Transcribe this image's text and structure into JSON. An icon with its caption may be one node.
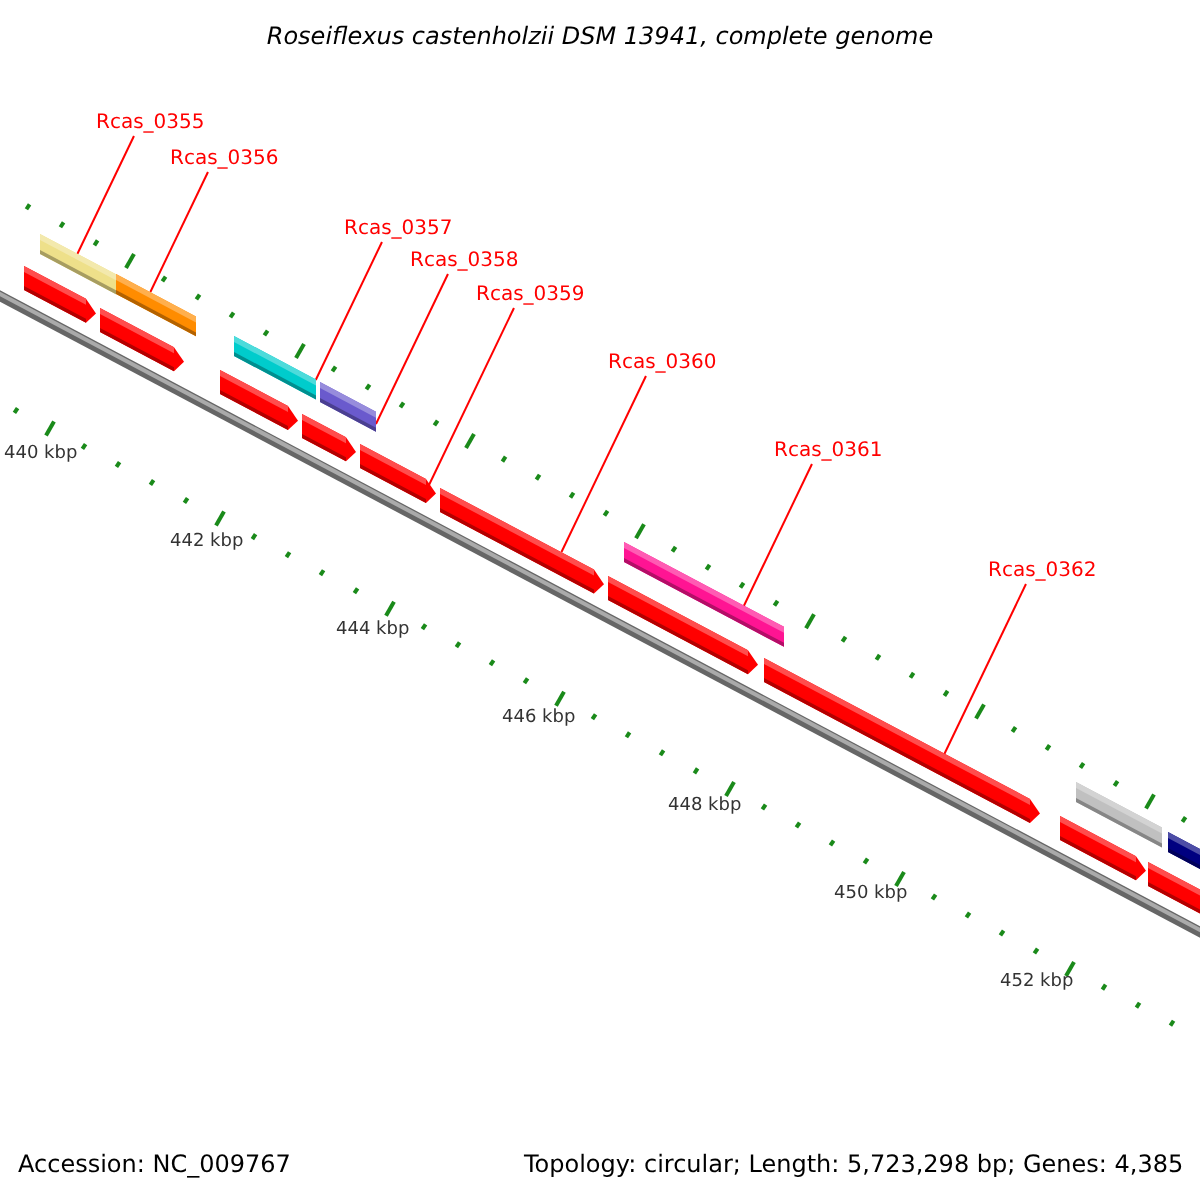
{
  "diagram": {
    "title": "Roseiflexus castenholzii DSM 13941, complete genome",
    "nodes": [
      {
        "text": [
          "Rcas_0355"
        ]
      },
      {
        "text": [
          "Rcas_0356"
        ]
      },
      {
        "text": [
          "Rcas_0357"
        ]
      },
      {
        "text": [
          "Rcas_0358"
        ]
      },
      {
        "text": [
          "Rcas_0359"
        ]
      },
      {
        "text": [
          "Rcas_0360"
        ]
      },
      {
        "text": [
          "Rcas_0361"
        ]
      },
      {
        "text": [
          "Rcas_0362"
        ]
      },
      {
        "text": [],
        "shape": "arrow"
      },
      {
        "text": [],
        "shape": "bar"
      },
      {
        "text": [],
        "shape": "arrow"
      },
      {
        "text": [],
        "shape": "bar"
      },
      {
        "text": [],
        "shape": "arrow"
      },
      {
        "text": [],
        "shape": "bar"
      },
      {
        "text": [],
        "shape": "arrow"
      },
      {
        "text": [],
        "shape": "bar"
      },
      {
        "text": [],
        "shape": "arrow"
      },
      {
        "text": [],
        "shape": "arrow"
      },
      {
        "text": [],
        "shape": "arrow"
      },
      {
        "text": [],
        "shape": "bar"
      },
      {
        "text": [],
        "shape": "arrow"
      },
      {
        "text": [],
        "shape": "arrow"
      },
      {
        "text": [],
        "shape": "bar"
      },
      {
        "text": [],
        "shape": "arrow"
      },
      {
        "text": [],
        "shape": "bar"
      }
    ],
    "edges": [
      {
        "from": 0,
        "to": 9,
        "arrow": "none"
      },
      {
        "from": 1,
        "to": 11,
        "arrow": "none"
      },
      {
        "from": 2,
        "to": 13,
        "arrow": "none"
      },
      {
        "from": 3,
        "to": 15,
        "arrow": "none"
      },
      {
        "from": 4,
        "to": 16,
        "arrow": "none"
      },
      {
        "from": 5,
        "to": 17,
        "arrow": "none"
      },
      {
        "from": 6,
        "to": 19,
        "arrow": "none"
      },
      {
        "from": 7,
        "to": 20,
        "arrow": "none"
      }
    ],
    "labels": [
      "440 kbp",
      "442 kbp",
      "444 kbp",
      "446 kbp",
      "448 kbp",
      "450 kbp",
      "452 kbp",
      "Accession: NC_009767",
      "Topology: circular; Length: 5,723,298 bp; Genes: 4,385"
    ]
  }
}
